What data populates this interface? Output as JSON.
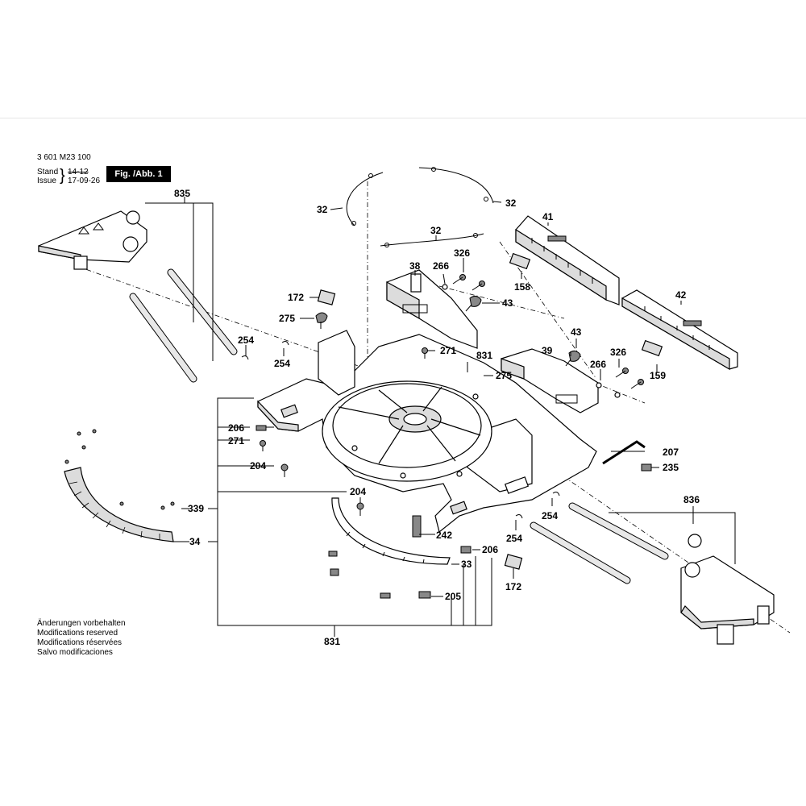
{
  "header": {
    "part_number": "3 601 M23 100",
    "stand_label": "Stand",
    "issue_label": "Issue",
    "stand_value": "14-12",
    "issue_value": "17-09-26",
    "figure_label": "Fig. /Abb. 1"
  },
  "notes": [
    "Änderungen vorbehalten",
    "Modifications reserved",
    "Modifications réservées",
    "Salvo modificaciones"
  ],
  "callouts": {
    "c835": "835",
    "c32a": "32",
    "c32b": "32",
    "c32c": "32",
    "c41": "41",
    "c38": "38",
    "c266a": "266",
    "c326a": "326",
    "c172a": "172",
    "c158": "158",
    "c43a": "43",
    "c275a": "275",
    "c42": "42",
    "c254a": "254",
    "c254b": "254",
    "c271a": "271",
    "c831a": "831",
    "c43b": "43",
    "c39": "39",
    "c326b": "326",
    "c266b": "266",
    "c275b": "275",
    "c159": "159",
    "c206a": "206",
    "c271b": "271",
    "c207": "207",
    "c235": "235",
    "c204a": "204",
    "c204b": "204",
    "c836": "836",
    "c339": "339",
    "c254c": "254",
    "c242": "242",
    "c254d": "254",
    "c34": "34",
    "c206b": "206",
    "c33": "33",
    "c172b": "172",
    "c205": "205",
    "c831b": "831"
  }
}
